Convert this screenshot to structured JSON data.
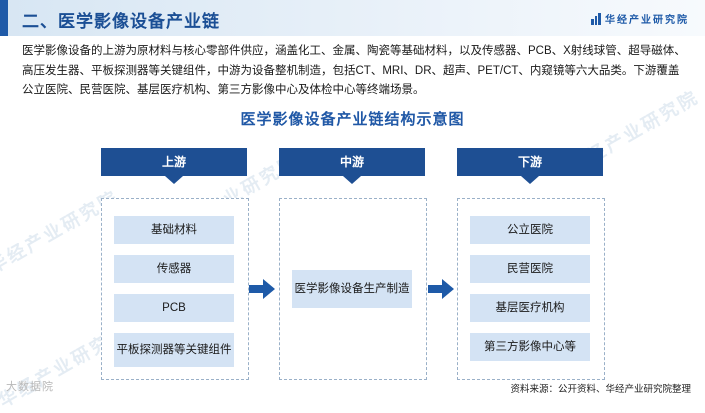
{
  "header": {
    "section_title": "二、医学影像设备产业链",
    "brand": "华经产业研究院"
  },
  "intro": {
    "text": "医学影像设备的上游为原材料与核心零部件供应，涵盖化工、金属、陶瓷等基础材料，以及传感器、PCB、X射线球管、超导磁体、高压发生器、平板探测器等关键组件，中游为设备整机制造，包括CT、MRI、DR、超声、PET/CT、内窥镜等六大品类。下游覆盖公立医院、民营医院、基层医疗机构、第三方影像中心及体检中心等终端场景。"
  },
  "diagram": {
    "title": "医学影像设备产业链结构示意图",
    "upstream": {
      "label": "上游",
      "items": [
        "基础材料",
        "传感器",
        "PCB",
        "平板探测器等关键组件"
      ]
    },
    "midstream": {
      "label": "中游",
      "items": [
        "医学影像设备生产制造"
      ]
    },
    "downstream": {
      "label": "下游",
      "items": [
        "公立医院",
        "民营医院",
        "基层医疗机构",
        "第三方影像中心等"
      ]
    }
  },
  "watermark": "华经产业研究院",
  "bottom_logo": "大数据院",
  "source": "资料来源：公开资料、华经产业研究院整理",
  "colors": {
    "header_accent": "#1e5aa8",
    "stage_header": "#1e4f93",
    "item_fill": "#d4e3f4",
    "arrow": "#1e5aa8"
  }
}
